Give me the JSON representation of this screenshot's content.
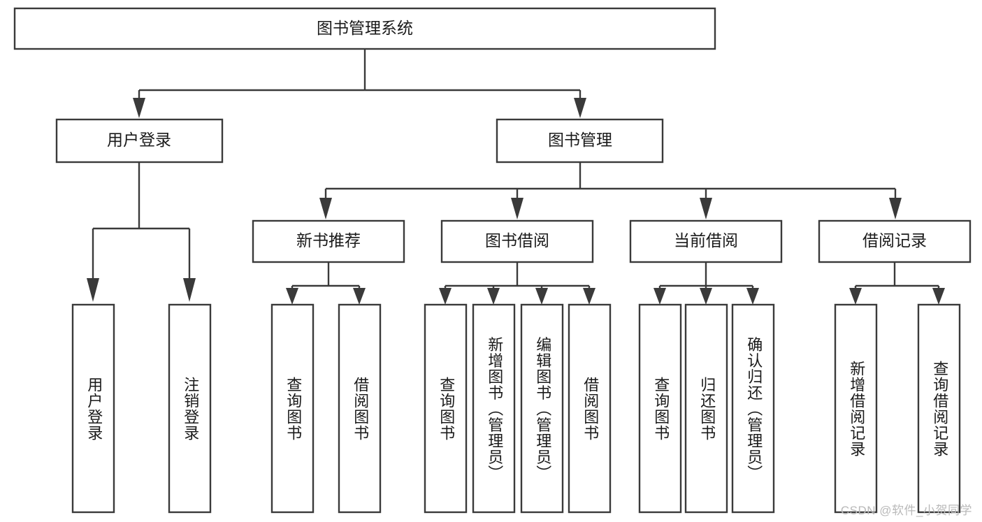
{
  "diagram": {
    "type": "tree-hierarchy",
    "title": "图书管理系统",
    "orientation": "top-down",
    "root": {
      "label": "图书管理系统"
    },
    "level1": [
      {
        "label": "用户登录"
      },
      {
        "label": "图书管理"
      }
    ],
    "level2": [
      {
        "label": "新书推荐",
        "parent": "图书管理"
      },
      {
        "label": "图书借阅",
        "parent": "图书管理"
      },
      {
        "label": "当前借阅",
        "parent": "图书管理"
      },
      {
        "label": "借阅记录",
        "parent": "图书管理"
      }
    ],
    "leaves": {
      "user_login": [
        {
          "label": "用户登录"
        },
        {
          "label": "注销登录"
        }
      ],
      "new_book_recommend": [
        {
          "label": "查询图书"
        },
        {
          "label": "借阅图书"
        }
      ],
      "book_borrow": [
        {
          "label": "查询图书"
        },
        {
          "label": "新增图书（管理员）"
        },
        {
          "label": "编辑图书（管理员）"
        },
        {
          "label": "借阅图书"
        }
      ],
      "current_borrow": [
        {
          "label": "查询图书"
        },
        {
          "label": "归还图书"
        },
        {
          "label": "确认归还（管理员）"
        }
      ],
      "borrow_record": [
        {
          "label": "新增借阅记录"
        },
        {
          "label": "查询借阅记录"
        }
      ]
    },
    "colors": {
      "stroke": "#3a3a3a",
      "fill": "#ffffff",
      "text": "#1a1a1a",
      "watermark": "#b9b9b9"
    }
  },
  "watermark": {
    "text": "CSDN @软件_小贺同学"
  }
}
